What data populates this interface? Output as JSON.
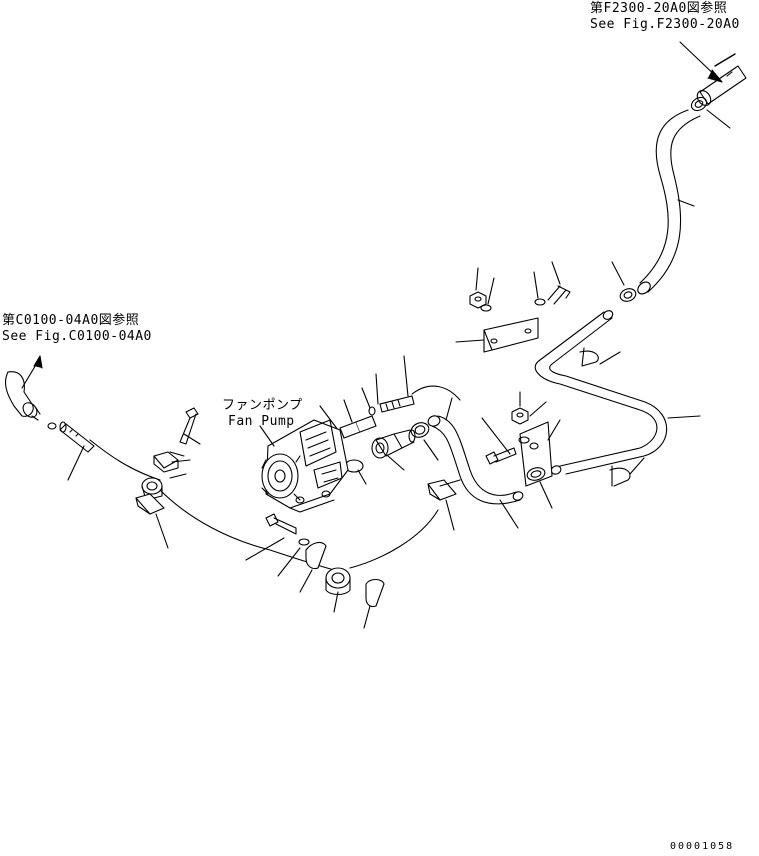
{
  "references": {
    "top_right": {
      "jp": "第F2300-20A0図参照",
      "en": "See Fig.F2300-20A0"
    },
    "left": {
      "jp": "第C0100-04A0図参照",
      "en": "See Fig.C0100-04A0"
    }
  },
  "callout": {
    "jp": "ファンポンプ",
    "en": "Fan Pump"
  },
  "doc_number": "00001058",
  "colors": {
    "line": "#000000",
    "background": "#ffffff"
  }
}
